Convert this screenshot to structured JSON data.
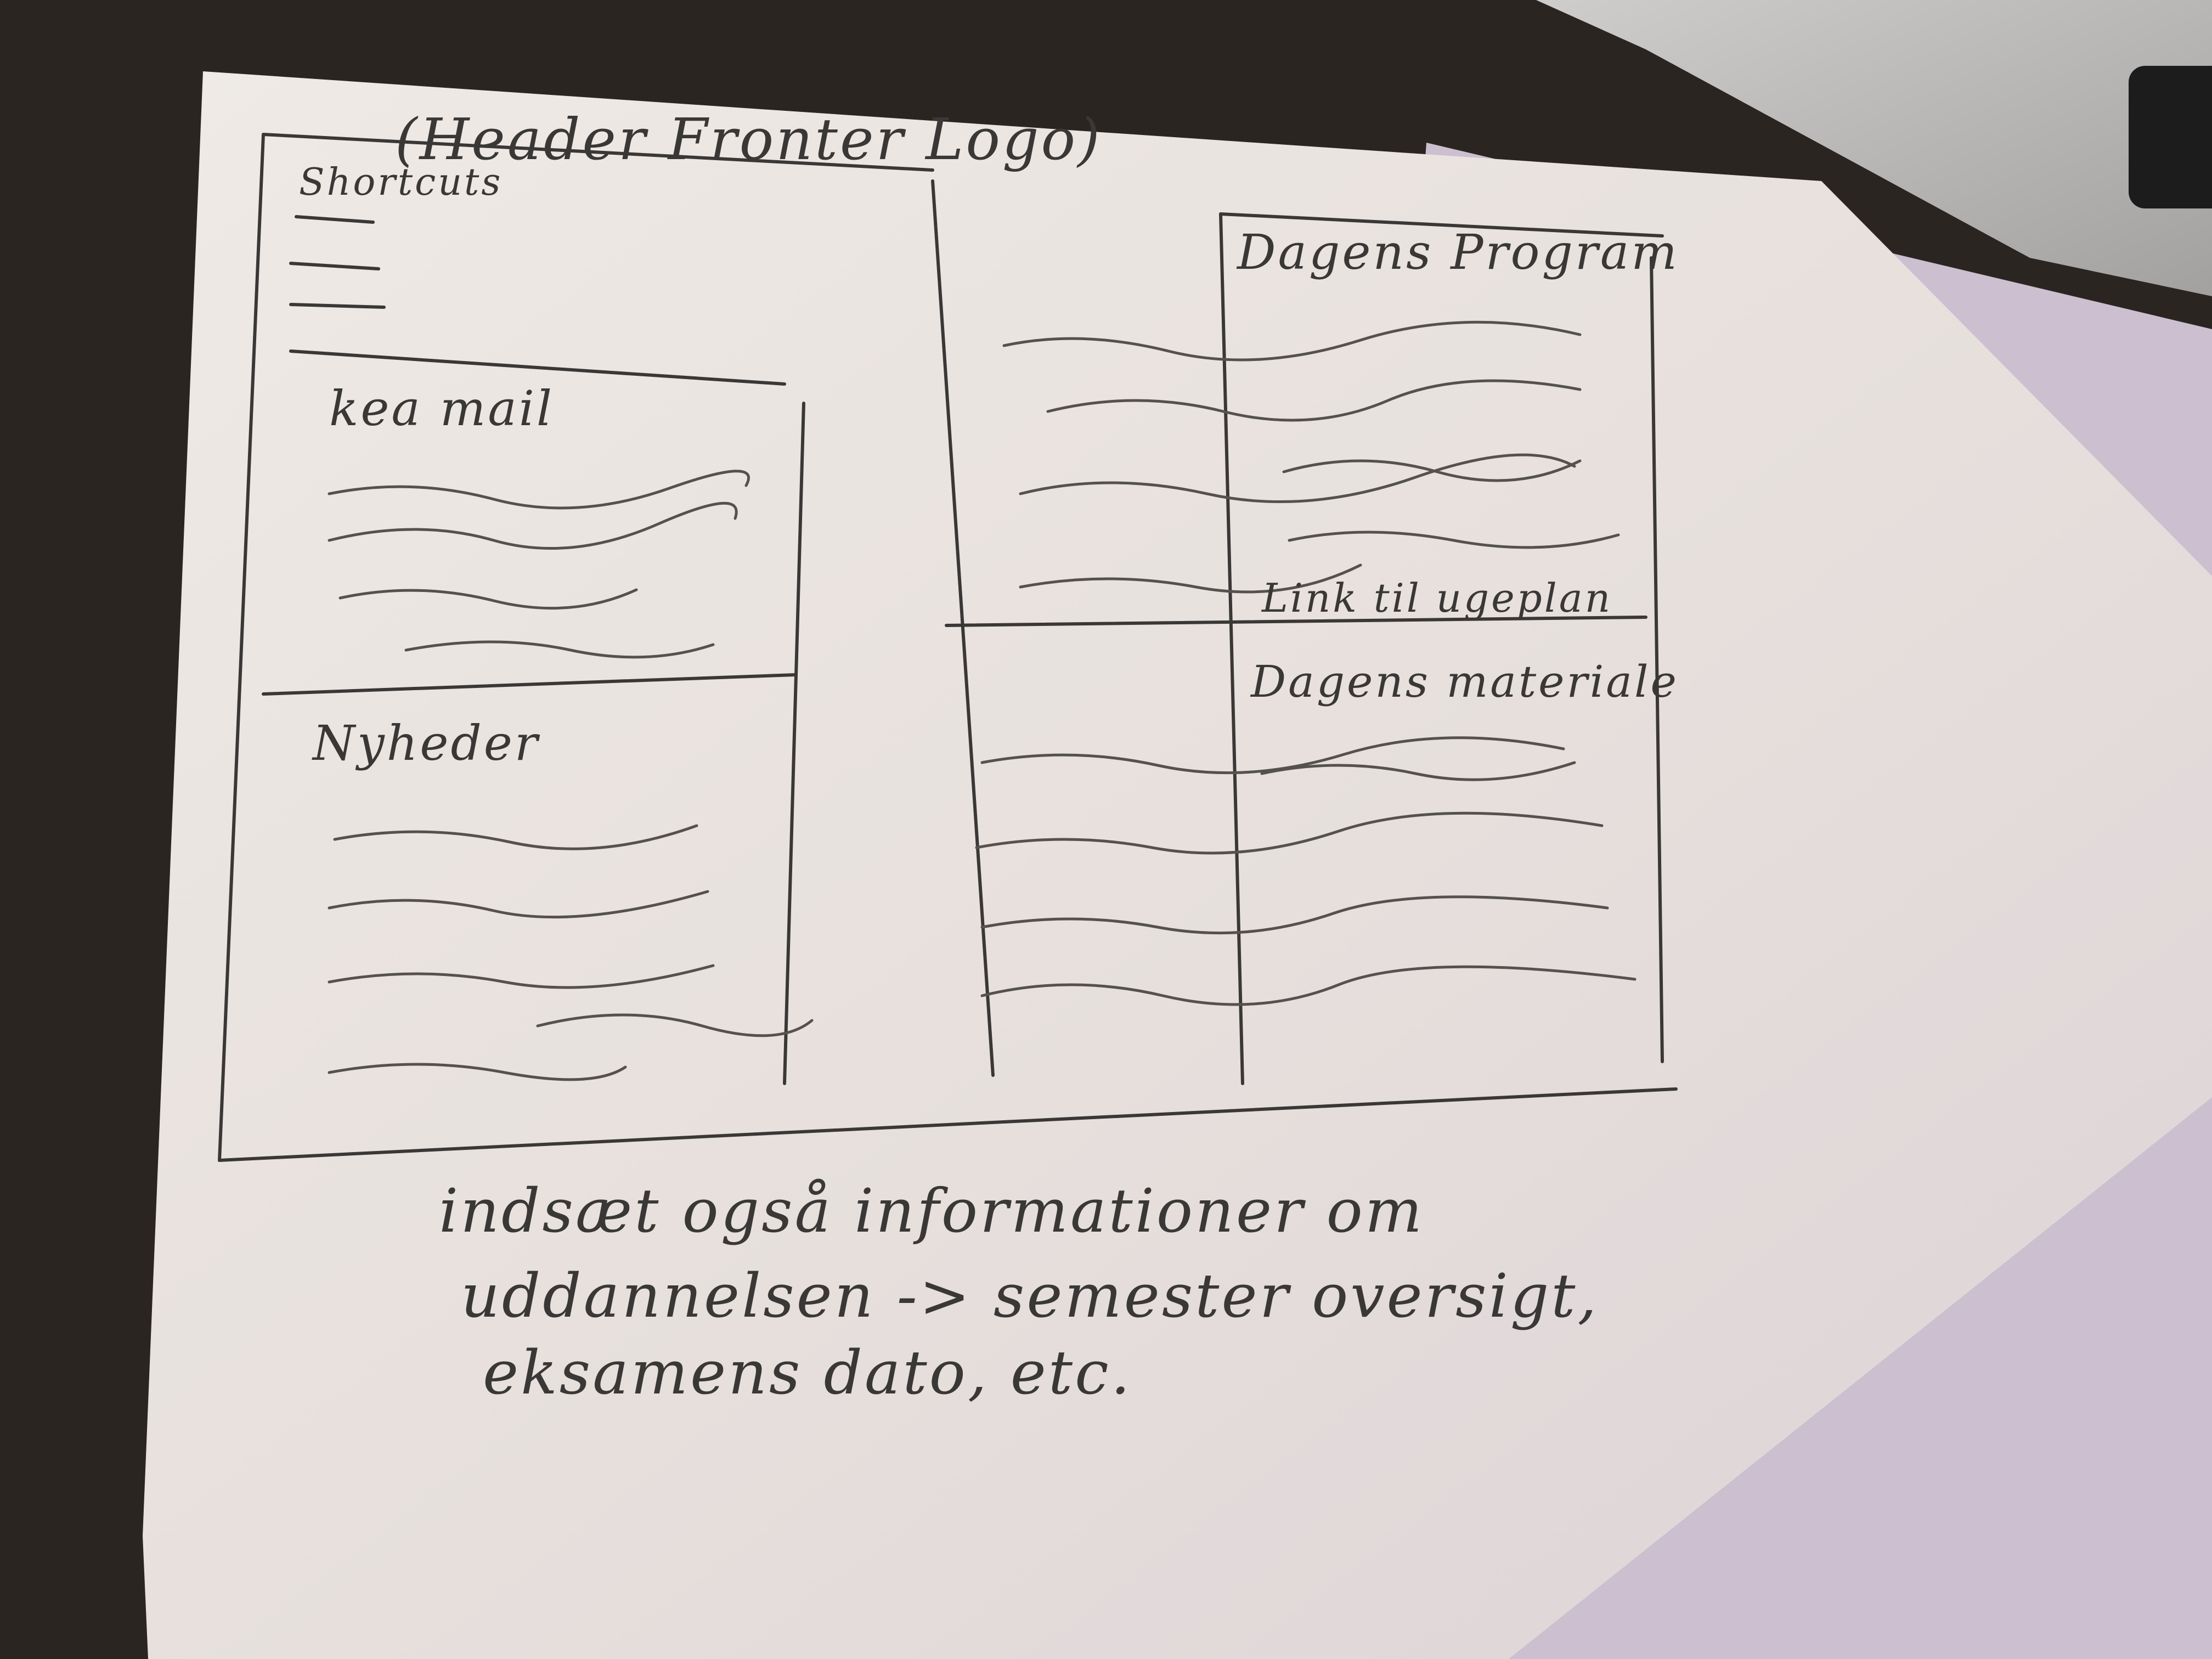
{
  "sketch": {
    "header_title": "(Header Fronter Logo)",
    "sections": {
      "shortcuts": "Shortcuts",
      "kea_mail": "kea mail",
      "nyheder": "Nyheder",
      "dagens_program": "Dagens Program",
      "link_ugeplan": "Link til ugeplan",
      "dagens_materiale": "Dagens materiale"
    },
    "note_lines": [
      "indsæt også informationer om",
      "uddannelsen -> semester oversigt,",
      "eksamens dato, etc."
    ]
  },
  "colors": {
    "paper": "#e9e3df",
    "pencil": "#3a3836",
    "background": "#2a2521",
    "laptop": "#b9b7b6"
  }
}
